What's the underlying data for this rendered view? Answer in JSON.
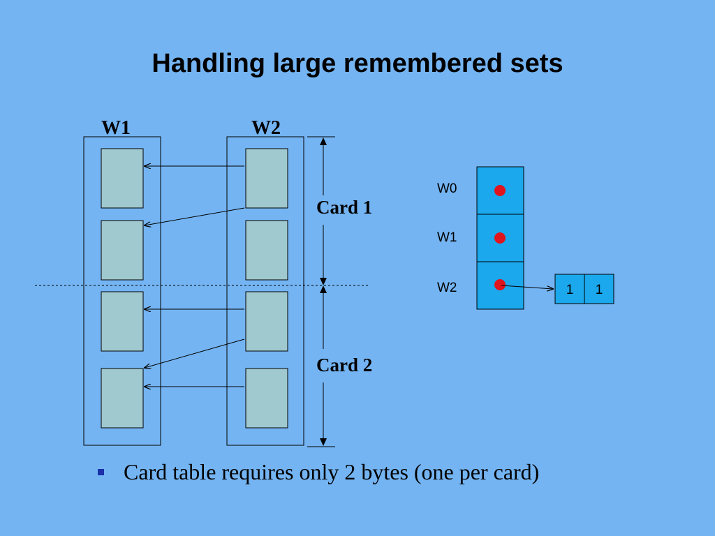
{
  "title": "Handling large remembered sets",
  "labels": {
    "w1": "W1",
    "w2": "W2",
    "card1": "Card 1",
    "card2": "Card 2"
  },
  "table": {
    "rows": [
      {
        "label": "W0"
      },
      {
        "label": "W1"
      },
      {
        "label": "W2"
      }
    ],
    "card_bytes": [
      "1",
      "1"
    ]
  },
  "bullet": "Card table requires only 2 bytes (one per card)",
  "colors": {
    "background": "#74b4f2",
    "object_fill": "#9fc8cf",
    "table_fill": "#1ba8ec",
    "dot": "#e0141c",
    "bullet": "#1a2fa8"
  }
}
